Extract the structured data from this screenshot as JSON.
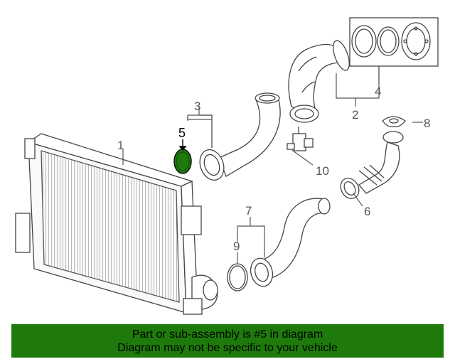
{
  "diagram": {
    "callouts": {
      "c1": "1",
      "c2": "2",
      "c3": "3",
      "c4": "4",
      "c5": "5",
      "c6": "6",
      "c7": "7",
      "c8": "8",
      "c9": "9",
      "c10": "10"
    },
    "highlight_color": "#1e7b0b",
    "highlighted_part": "5"
  },
  "footer": {
    "line1": "Part or sub-assembly is #5 in diagram",
    "line2": "Diagram may not be specific to your vehicle",
    "background": "#1e7b0b"
  }
}
